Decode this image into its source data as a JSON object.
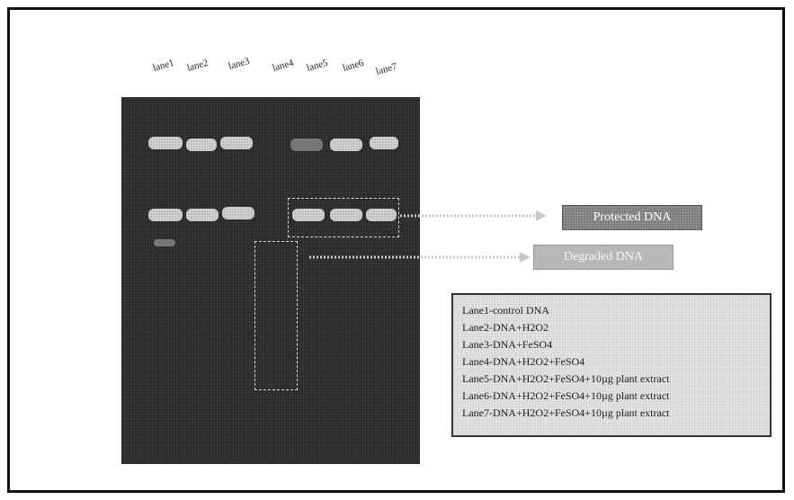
{
  "lane_labels": [
    "lane1",
    "lane2",
    "lane3",
    "lane4",
    "lane5",
    "lane6",
    "lane7"
  ],
  "labels": {
    "protected": "Protected DNA",
    "degraded": "Degraded DNA"
  },
  "legend": [
    "Lane1-control DNA",
    "Lane2-DNA+H2O2",
    "Lane3-DNA+FeSO4",
    "Lane4-DNA+H2O2+FeSO4",
    "Lane5-DNA+H2O2+FeSO4+10µg plant extract",
    "Lane6-DNA+H2O2+FeSO4+10µg plant extract",
    "Lane7-DNA+H2O2+FeSO4+10µg plant extract"
  ],
  "colors": {
    "gel": "#2a2a2a",
    "band": "#cfcfcf",
    "arrow": "#cccccc"
  }
}
